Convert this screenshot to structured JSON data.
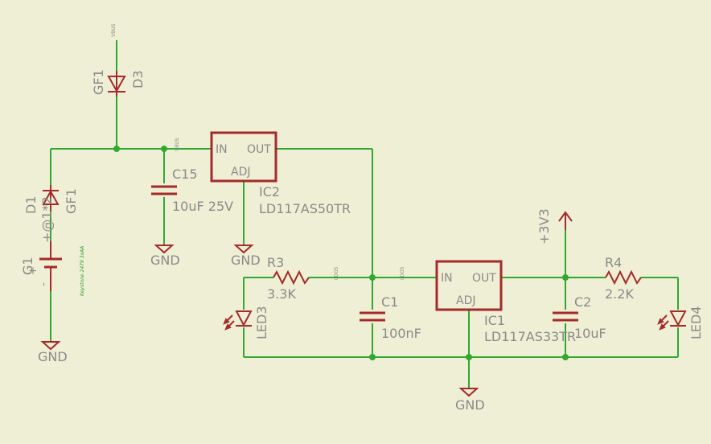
{
  "labels": {
    "vbus_top": "VBUS",
    "vbus_mid": "VBUS",
    "ldo5_a": "LDO5",
    "ldo5_b": "LDO5",
    "gf1_top": "GF1",
    "d3": "D3",
    "d1": "D1",
    "gf1_left": "GF1",
    "g1_val": "+@1*2",
    "g1": "G1",
    "keystone": "Keystone 2479 3xAA",
    "c15": "C15",
    "c15_val": "10uF 25V",
    "gnd1": "GND",
    "gnd2": "GND",
    "gnd3": "GND",
    "gnd4": "GND",
    "ic2": "IC2",
    "ic2_val": "LD117AS50TR",
    "ic1": "IC1",
    "ic1_val": "LD117AS33TR",
    "r3": "R3",
    "r3_val": "3.3K",
    "r4": "R4",
    "r4_val": "2.2K",
    "c1": "C1",
    "c1_val": "100nF",
    "c2": "C2",
    "c2_val": "10uF",
    "led3": "LED3",
    "led4": "LED4",
    "v33": "+3V3",
    "pin_in": "IN",
    "pin_out": "OUT",
    "pin_adj": "ADJ",
    "plus": "+",
    "minus": "-"
  },
  "colors": {
    "background": "#efefd5",
    "wire": "#31a931",
    "symbol": "#a52a2a",
    "text": "#8a8a8a"
  }
}
